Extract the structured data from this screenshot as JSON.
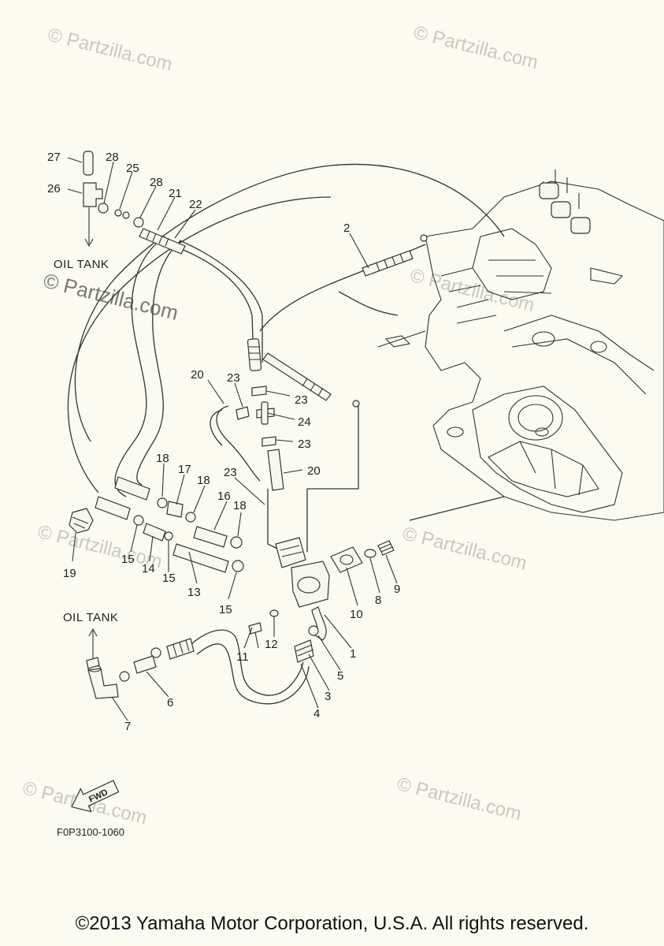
{
  "diagram": {
    "code": "F0P3100-1060",
    "labels": {
      "oil_tank_top": "OIL TANK",
      "oil_tank_bottom": "OIL TANK",
      "fwd": "FWD"
    },
    "watermarks": [
      "© Partzilla.com",
      "© Partzilla.com",
      "© Partzilla.com",
      "© Partzilla.com",
      "© Partzilla.com",
      "© Partzilla.com",
      "© Partzilla.com",
      "© Partzilla.com"
    ],
    "callouts": [
      "27",
      "28",
      "25",
      "26",
      "28",
      "21",
      "22",
      "2",
      "20",
      "23",
      "23",
      "24",
      "23",
      "20",
      "18",
      "17",
      "18",
      "16",
      "23",
      "18",
      "19",
      "15",
      "14",
      "15",
      "13",
      "15",
      "10",
      "8",
      "9",
      "11",
      "12",
      "1",
      "5",
      "3",
      "4",
      "6",
      "7"
    ]
  },
  "footer": {
    "copyright": "©2013 Yamaha Motor Corporation, U.S.A. All rights reserved."
  }
}
